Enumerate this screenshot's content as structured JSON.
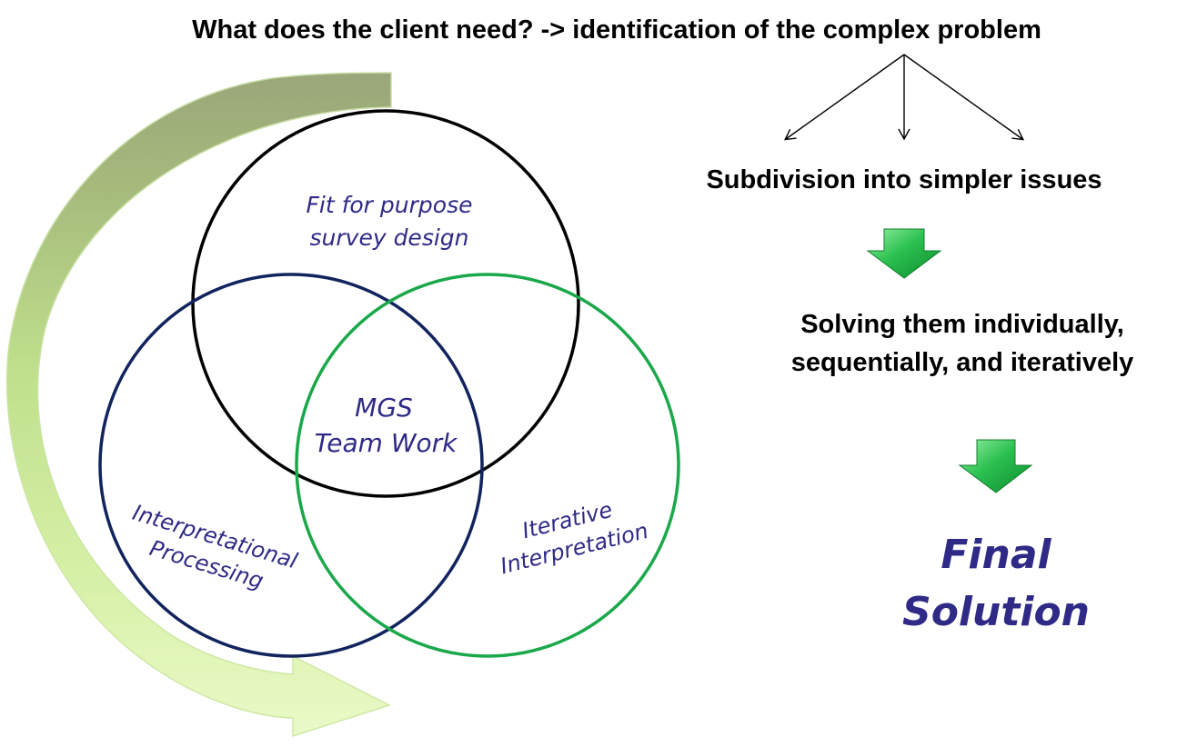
{
  "header": {
    "question": "What does the client need? -> identification of the complex problem"
  },
  "flow": {
    "step1": "Subdivision into simpler issues",
    "step2_line1": "Solving them individually,",
    "step2_line2": "sequentially, and iteratively",
    "final_line1": "Final",
    "final_line2": "Solution"
  },
  "venn": {
    "top_line1": "Fit for purpose",
    "top_line2": "survey design",
    "center_line1": "MGS",
    "center_line2": "Team Work",
    "left_line1": "Interpretational",
    "left_line2": "Processing",
    "right_line1": "Iterative",
    "right_line2": "Interpretation"
  },
  "colors": {
    "circle_top": "#000000",
    "circle_left": "#12245e",
    "circle_right": "#1aa84a",
    "venn_text": "#2e2a86",
    "down_arrow": "#22b14c",
    "cycle_arrow_light": "#e9f9c4",
    "cycle_arrow_mid": "#b9dc86",
    "cycle_arrow_dark": "#9aa67a"
  }
}
